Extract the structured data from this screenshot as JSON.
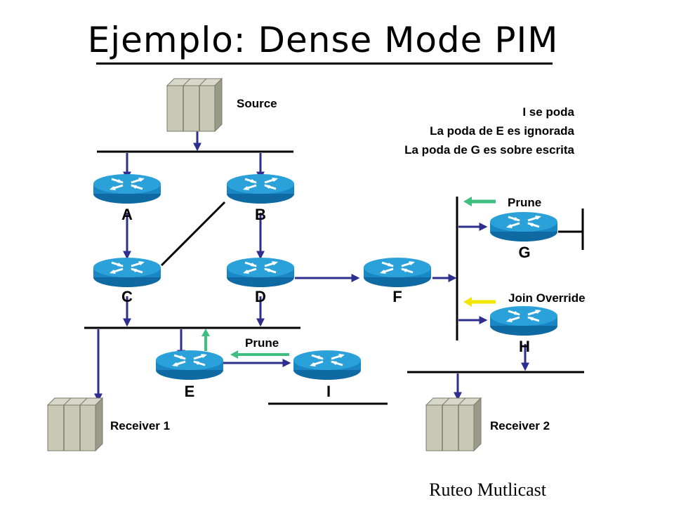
{
  "title": "Ejemplo: Dense Mode PIM",
  "footer": "Ruteo Mutlicast",
  "notes": [
    "I se poda",
    "La poda de E es ignorada",
    "La poda de G es sobre escrita"
  ],
  "hosts": {
    "source": "Source",
    "receiver1": "Receiver 1",
    "receiver2": "Receiver 2"
  },
  "messages": {
    "prune_g": "Prune",
    "join_override": "Join Override",
    "prune_i": "Prune"
  },
  "routers": {
    "a": "A",
    "b": "B",
    "c": "C",
    "d": "D",
    "e": "E",
    "f": "F",
    "g": "G",
    "h": "H",
    "i": "I"
  },
  "colors": {
    "router_body": "#1a86c5",
    "router_top": "#2aa1d9",
    "flow_arrow": "#2e2e8f",
    "prune_arrow": "#3fbf7f",
    "join_arrow": "#f2e600",
    "server_face": "#c8c8b4",
    "link": "#000000"
  }
}
